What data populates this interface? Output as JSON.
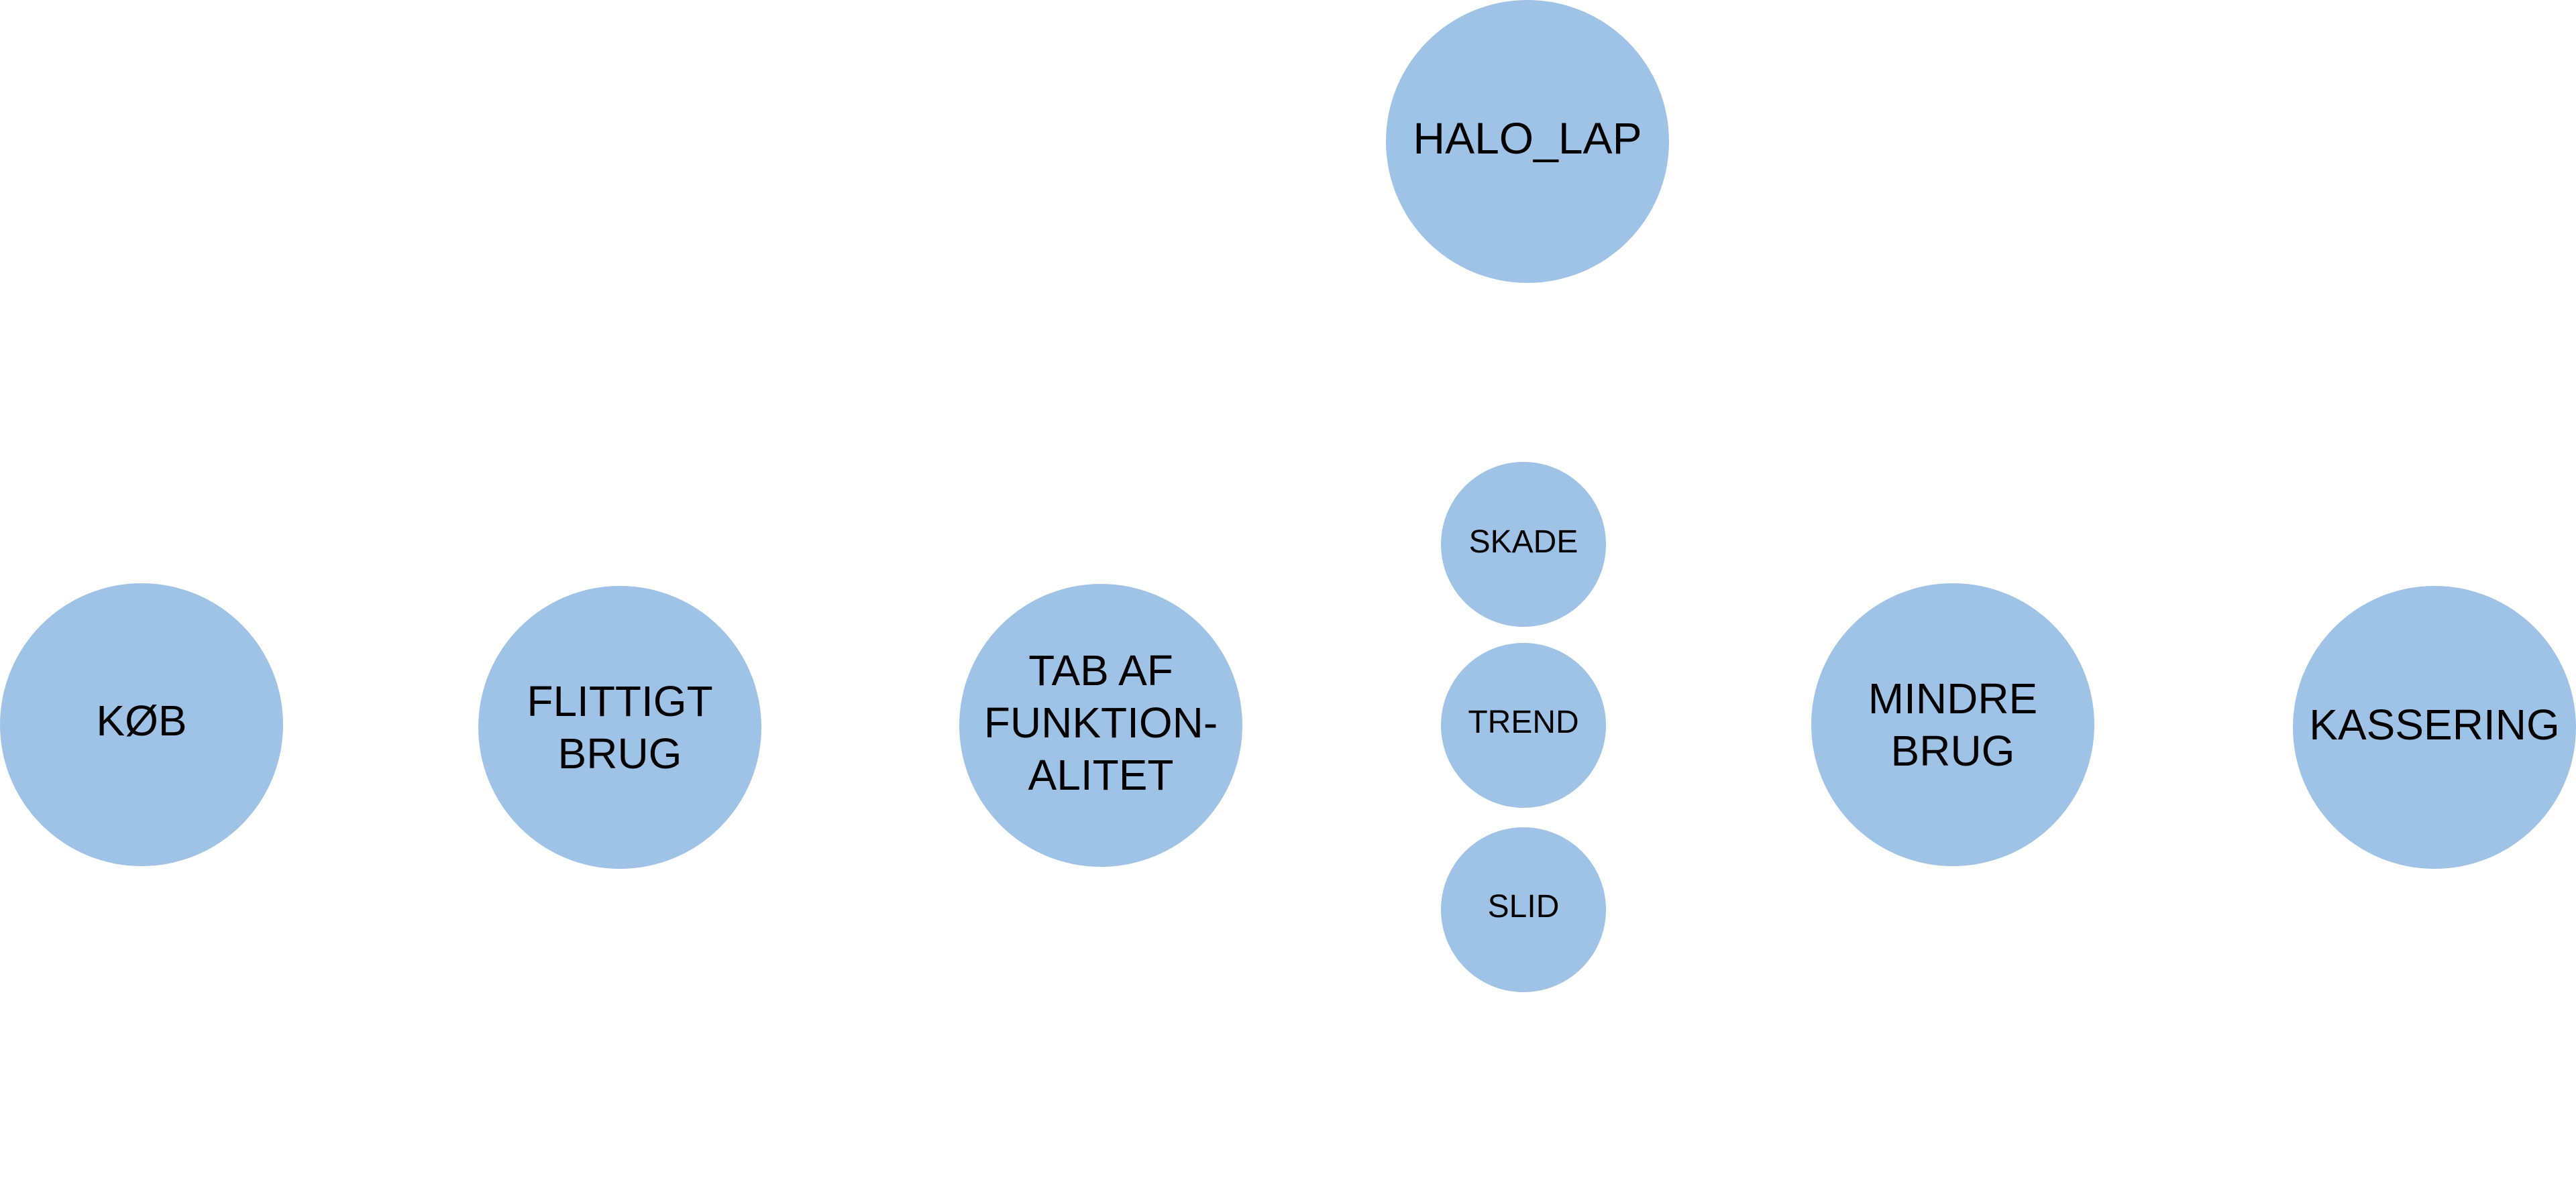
{
  "diagram": {
    "nodes": {
      "halo_lap": "HALO_LAP",
      "kob": "KØB",
      "flittigt_brug": "FLITTIGT\nBRUG",
      "tab_af_funktionalitet": "TAB AF\nFUNKTION-\nALITET",
      "skade": "SKADE",
      "trend": "TREND",
      "slid": "SLID",
      "mindre_brug": "MINDRE\nBRUG",
      "kassering": "KASSERING"
    },
    "colors": {
      "node_fill": "#9fc2e7",
      "text": "#000000",
      "background": "#ffffff"
    }
  }
}
